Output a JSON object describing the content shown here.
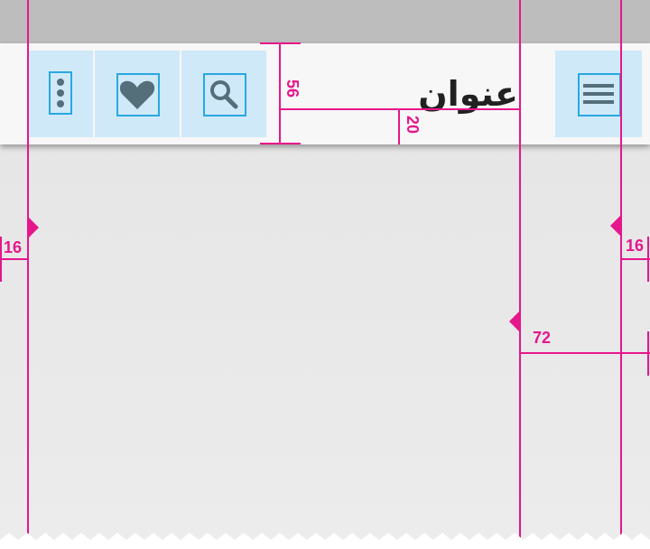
{
  "toolbar": {
    "title": "عنوان",
    "actions": [
      "more-vert",
      "favorite",
      "search"
    ],
    "nav_icon": "menu"
  },
  "measurements": {
    "toolbar_height": "56",
    "title_baseline": "20",
    "left_keyline": "16",
    "right_keyline": "16",
    "title_keyline": "72"
  },
  "colors": {
    "accent": "#e6168c",
    "touch_target": "#cfe9f8",
    "icon_frame": "#29a8e0",
    "icon": "#546e7a"
  }
}
